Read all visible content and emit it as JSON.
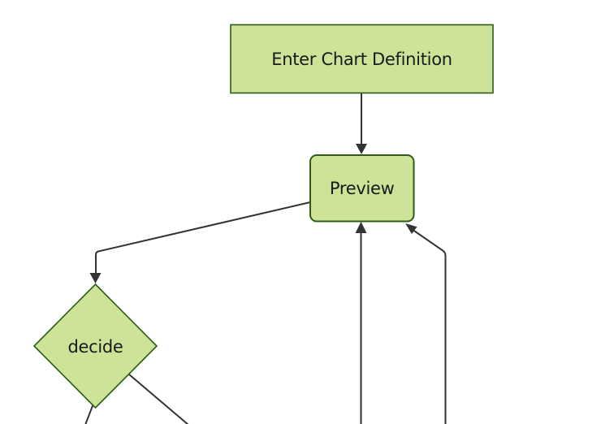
{
  "diagram": {
    "kind": "flowchart",
    "direction": "top-down",
    "colors": {
      "canvas_bg": "#ffffff",
      "node_fill": "#cde498",
      "node_border": "#2e5c17",
      "edge_color": "#333333",
      "label_color": "#1a1a1a"
    },
    "nodes": [
      {
        "id": "enter-chart-definition",
        "label": "Enter Chart Definition",
        "shape": "rectangle"
      },
      {
        "id": "preview",
        "label": "Preview",
        "shape": "rounded-rectangle"
      },
      {
        "id": "decide",
        "label": "decide",
        "shape": "diamond"
      }
    ],
    "edges": [
      {
        "from": "enter-chart-definition",
        "to": "preview",
        "arrow": "filled-triangle"
      },
      {
        "from": "preview",
        "to": "decide",
        "arrow": "filled-triangle"
      },
      {
        "from": "decide",
        "to": "offscreen-bottom-left",
        "arrow": "none-visible"
      },
      {
        "from": "decide",
        "to": "offscreen-bottom-right",
        "arrow": "none-visible"
      },
      {
        "from": "offscreen-bottom-center",
        "to": "preview",
        "arrow": "filled-triangle"
      },
      {
        "from": "offscreen-bottom-right",
        "to": "preview",
        "arrow": "filled-triangle"
      }
    ]
  }
}
